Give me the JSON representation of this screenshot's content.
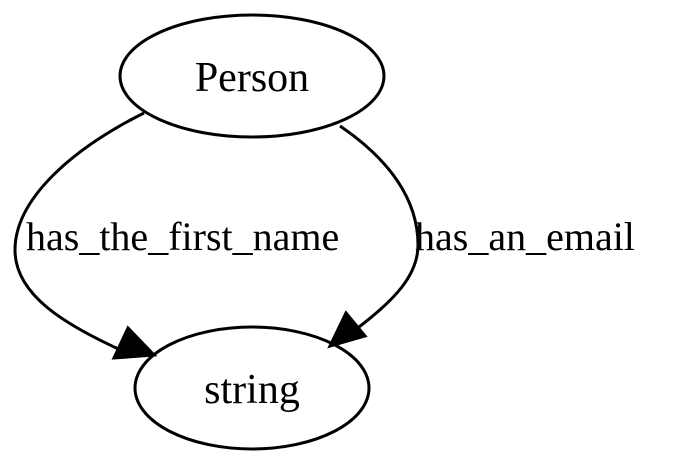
{
  "graph": {
    "nodes": {
      "person": {
        "label": "Person"
      },
      "string": {
        "label": "string"
      }
    },
    "edges": [
      {
        "from": "Person",
        "to": "string",
        "label": "has_the_first_name"
      },
      {
        "from": "Person",
        "to": "string",
        "label": "has_an_email"
      }
    ]
  },
  "colors": {
    "background": "#ffffff",
    "stroke": "#000000",
    "text": "#000000"
  }
}
